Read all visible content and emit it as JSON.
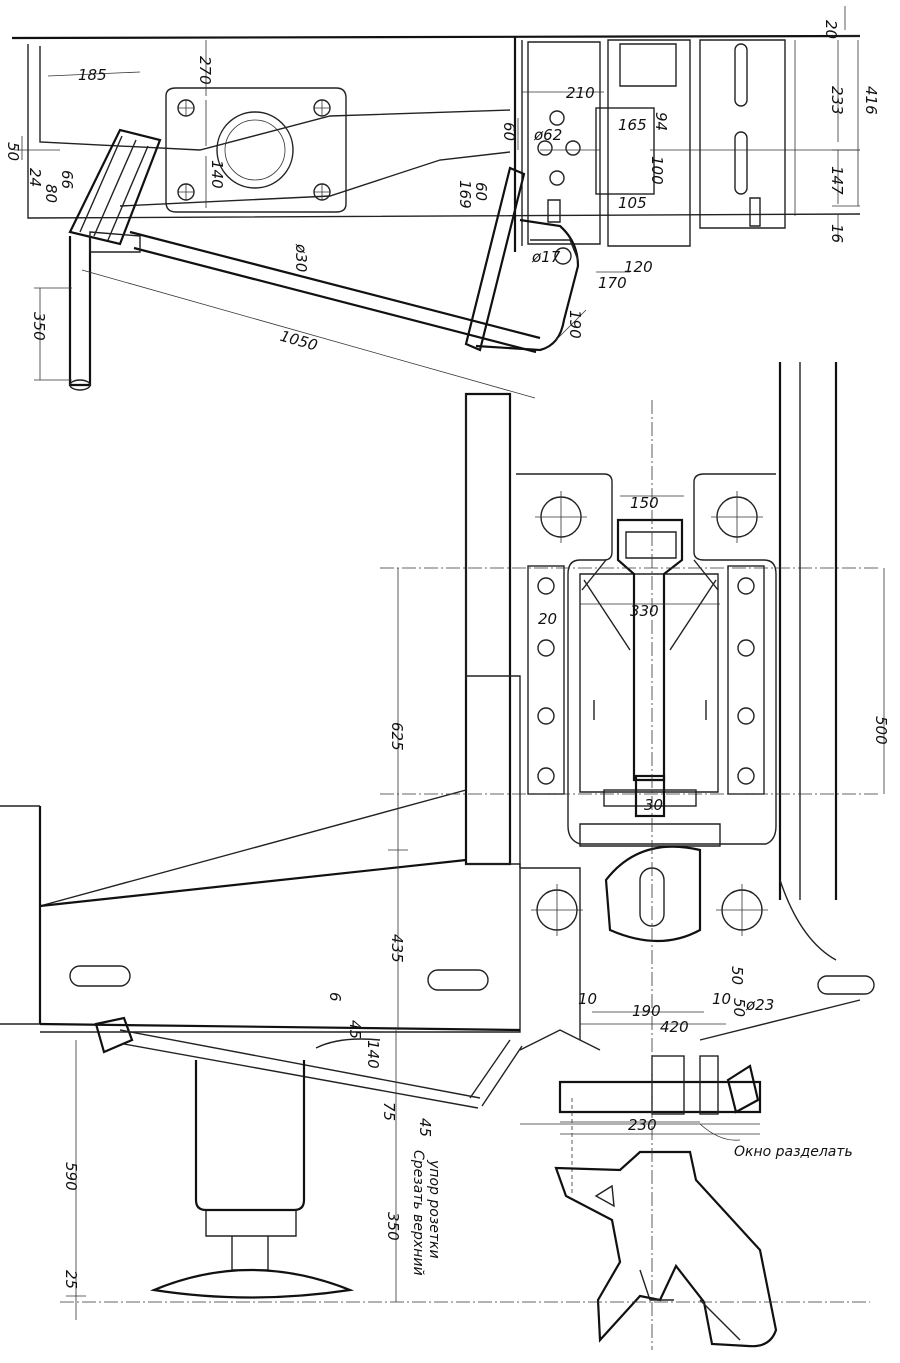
{
  "dimensions": {
    "d20_top": "20",
    "d233": "233",
    "d416": "416",
    "d147": "147",
    "d16": "16",
    "d185": "185",
    "d270": "270",
    "d210": "210",
    "d60": "60",
    "d165": "165",
    "d94": "94",
    "d62": "ø62",
    "d100": "100",
    "d105": "105",
    "d140": "140",
    "d50": "50",
    "d24": "24",
    "d80": "80",
    "d66": "66",
    "d30_rod": "ø30",
    "d17": "ø17",
    "d169": "169",
    "d60b": "60",
    "d170": "170",
    "d120": "120",
    "d190_tol": "190",
    "d350_top": "350",
    "d1050": "1050",
    "d150": "150",
    "d330": "330",
    "d20_mid": "20",
    "d625": "625",
    "d500": "500",
    "d30_mid": "30",
    "d435": "435",
    "d50_right": "50",
    "d10a": "10",
    "d190": "190",
    "d10b": "10",
    "d420": "420",
    "d50b": "50",
    "d23": "ø23",
    "d6": "6",
    "d45a": "45",
    "d140b": "140",
    "d75": "75",
    "d45b": "45",
    "d230": "230",
    "d590": "590",
    "d350_bottom": "350",
    "d25": "25"
  },
  "notes": {
    "window": "Окно разделать",
    "cut_line1": "Срезать верхний",
    "cut_line2": "упор розетки"
  }
}
